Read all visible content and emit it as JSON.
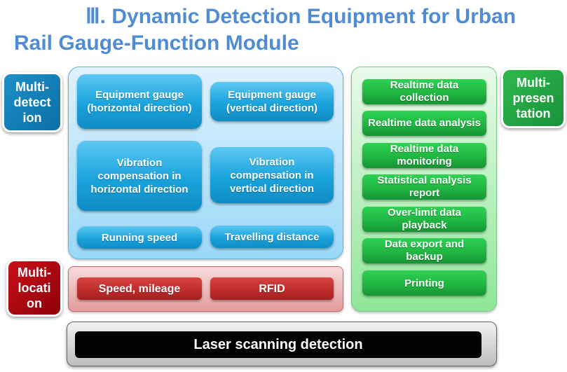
{
  "title": {
    "line1": "Ⅲ. Dynamic Detection Equipment for Urban",
    "line2": "Rail Gauge-Function Module"
  },
  "side_labels": {
    "detection": "Multi-detection",
    "detection_lines": [
      "Multi-",
      "detect",
      "ion"
    ],
    "presentation": "Multi-presentation",
    "presentation_lines": [
      "Multi-",
      "presen",
      "tation"
    ],
    "location": "Multi-location",
    "location_lines": [
      "Multi-",
      "locati",
      "on"
    ]
  },
  "detection_items": [
    "Equipment gauge (horizontal direction)",
    "Equipment gauge (vertical direction)",
    "Vibration compensation in horizontal direction",
    "Vibration compensation in vertical direction",
    "Running speed",
    "Travelling distance"
  ],
  "location_items": [
    "Speed, mileage",
    "RFID"
  ],
  "presentation_items": [
    "Realtime data collection",
    "Realtime data analysis",
    "Realtime data monitoring",
    "Statistical analysis report",
    "Over-limit data playback",
    "Data export and backup",
    "Printing"
  ],
  "base": {
    "label": "Laser scanning detection"
  },
  "colors": {
    "title": "#4f8cd3",
    "detection": "#1aa3dc",
    "presentation": "#1fb340",
    "location": "#bd2b2b",
    "base": "#000000"
  }
}
